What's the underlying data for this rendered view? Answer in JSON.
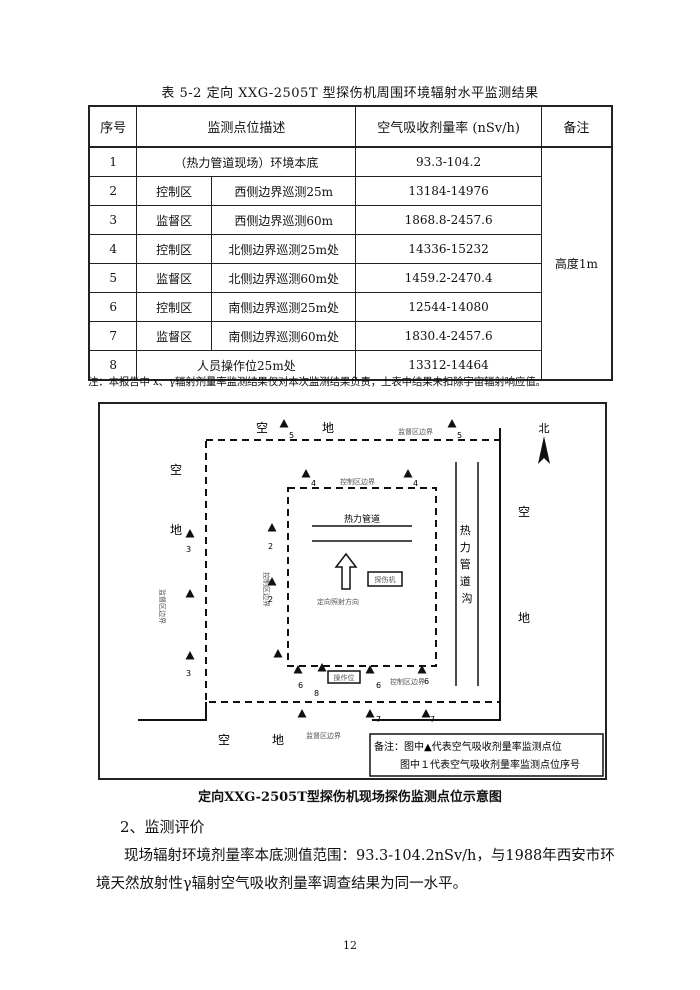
{
  "caption": "表 5-2 定向 XXG-2505T 型探伤机周围环境辐射水平监测结果",
  "table": {
    "headers": {
      "no": "序号",
      "desc": "监测点位描述",
      "rate": "空气吸收剂量率 (nSv/h)",
      "remark": "备注"
    },
    "rows": [
      {
        "no": "1",
        "area": "（热力管道现场）环境本底",
        "loc": "",
        "rate": "93.3-104.2"
      },
      {
        "no": "2",
        "area": "控制区",
        "loc": "西侧边界巡测25m",
        "rate": "13184-14976"
      },
      {
        "no": "3",
        "area": "监督区",
        "loc": "西侧边界巡测60m",
        "rate": "1868.8-2457.6"
      },
      {
        "no": "4",
        "area": "控制区",
        "loc": "北侧边界巡测25m处",
        "rate": "14336-15232"
      },
      {
        "no": "5",
        "area": "监督区",
        "loc": "北侧边界巡测60m处",
        "rate": "1459.2-2470.4"
      },
      {
        "no": "6",
        "area": "控制区",
        "loc": "南侧边界巡测25m处",
        "rate": "12544-14080"
      },
      {
        "no": "7",
        "area": "监督区",
        "loc": "南侧边界巡测60m处",
        "rate": "1830.4-2457.6"
      },
      {
        "no": "8",
        "area": "人员操作位25m处",
        "loc": "",
        "rate": "13312-14464"
      }
    ],
    "remark": "高度1m"
  },
  "note": "注：本报告中 x、γ辐射剂量率监测结果仅对本次监测结果负责，上表中结果未扣除宇宙辐射响应值。",
  "figure": {
    "north": "北",
    "empty_top_1": "空",
    "empty_top_2": "地",
    "empty_left_1": "空",
    "empty_left_2": "地",
    "empty_right_1": "空",
    "empty_right_2": "地",
    "empty_bottom_1": "空",
    "empty_bottom_2": "地",
    "pipe_label": "热力管道",
    "trench_label": "热力管道沟",
    "detector": "探伤机",
    "direction": "定向照射方向",
    "operator": "操作位",
    "supervised_boundary": "监督区边界",
    "control_boundary": "控制区边界",
    "legend_1": "备注：图中▲代表空气吸收剂量率监测点位",
    "legend_2": "图中１代表空气吸收剂量率监测点位序号",
    "pt2": "2",
    "pt3": "3",
    "pt4": "4",
    "pt5": "5",
    "pt6": "6",
    "pt7": "7",
    "pt8": "8"
  },
  "fig_caption": "定向XXG-2505T型探伤机现场探伤监测点位示意图",
  "section": "2、监测评价",
  "paragraph": "现场辐射环境剂量率本底测值范围：93.3-104.2nSv/h，与1988年西安市环境天然放射性γ辐射空气吸收剂量率调查结果为同一水平。",
  "page_number": "12"
}
